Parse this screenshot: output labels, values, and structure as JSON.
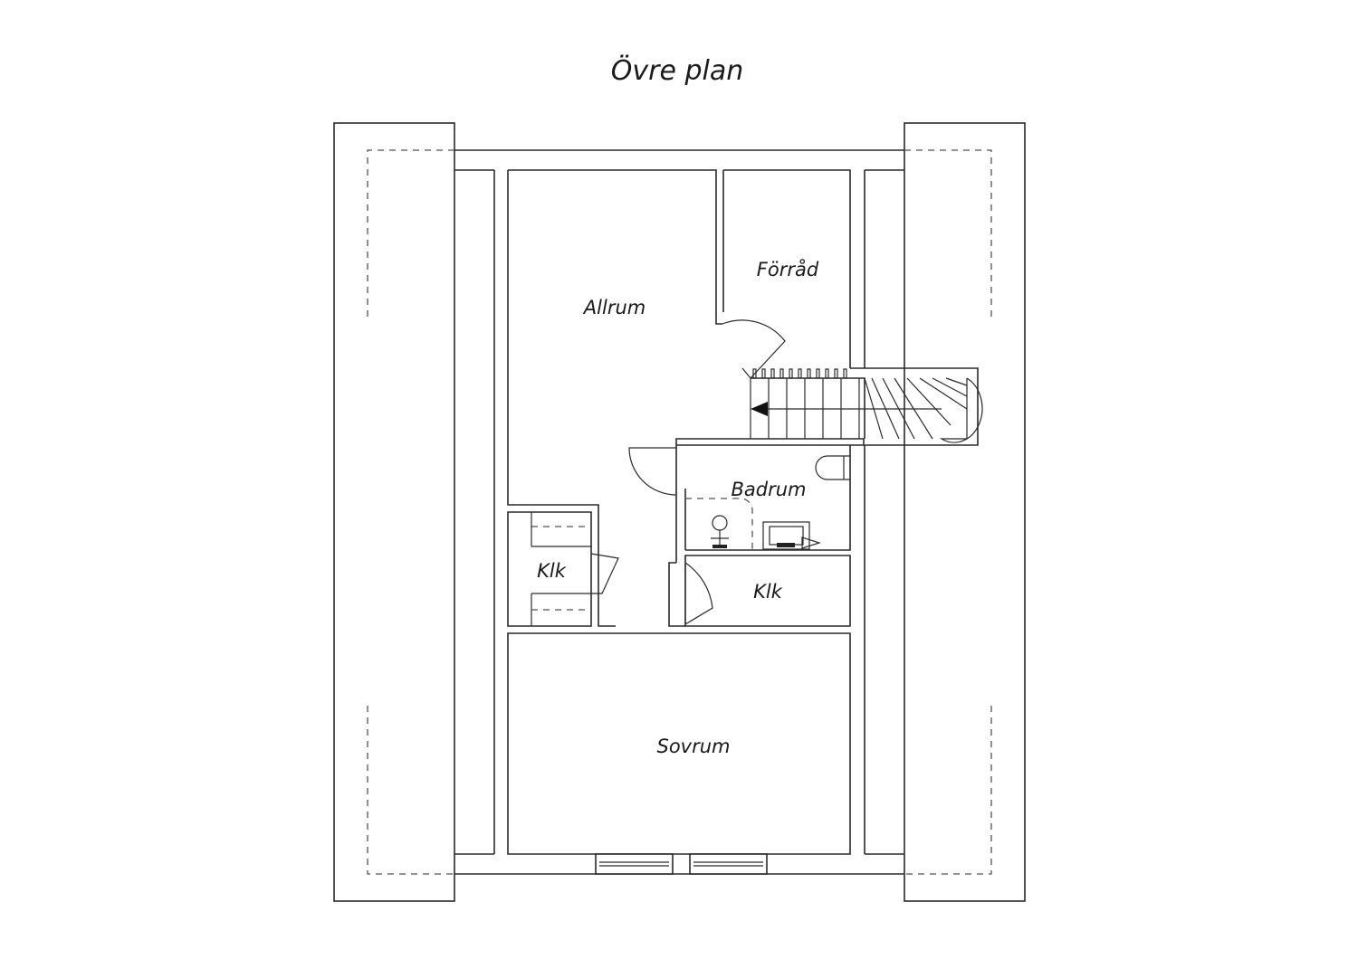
{
  "title": "Övre plan",
  "rooms": {
    "allrum": "Allrum",
    "forrad": "Förråd",
    "badrum": "Badrum",
    "klk_left": "Klk",
    "klk_right": "Klk",
    "sovrum": "Sovrum"
  },
  "icons": {
    "stair_arrow": "arrow-left-icon",
    "toilet": "toilet-icon",
    "sink": "sink-icon",
    "shower": "shower-icon"
  },
  "colors": {
    "line": "#2a2a2a",
    "background": "#ffffff"
  }
}
